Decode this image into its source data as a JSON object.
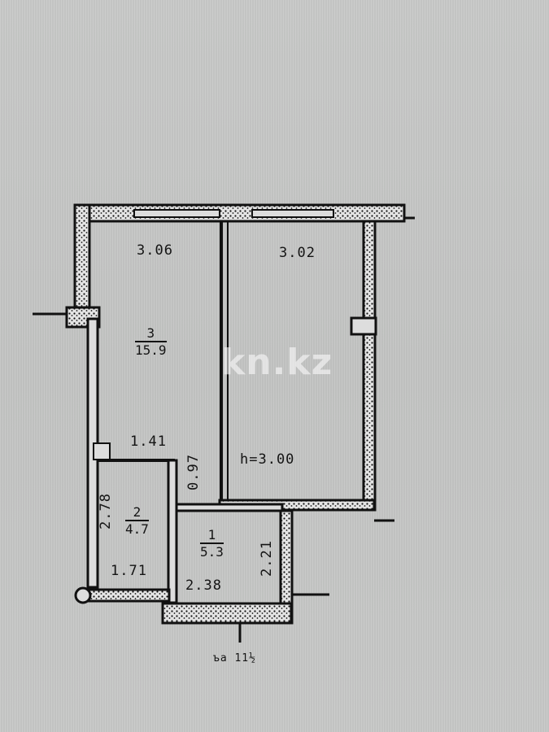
{
  "plan": {
    "watermark": "kn.kz",
    "ceiling_height": "h=3.00",
    "footer_note": "ъа 11½",
    "rooms": [
      {
        "id": "living",
        "number": "3",
        "area": "15.9",
        "width_label": "3.06"
      },
      {
        "id": "room-right",
        "width_label": "3.02"
      },
      {
        "id": "bathroom",
        "number": "2",
        "area": "4.7",
        "height_label": "2.78",
        "bottom_label": "1.71"
      },
      {
        "id": "hallway",
        "number": "1",
        "area": "5.3",
        "height_label": "2.21",
        "bottom_label": "2.38"
      }
    ],
    "dimensions": {
      "upper_small": "1.41",
      "vertical_small": "0.97"
    },
    "colors": {
      "paper": "#c6c7c6",
      "ink": "#141414"
    }
  }
}
